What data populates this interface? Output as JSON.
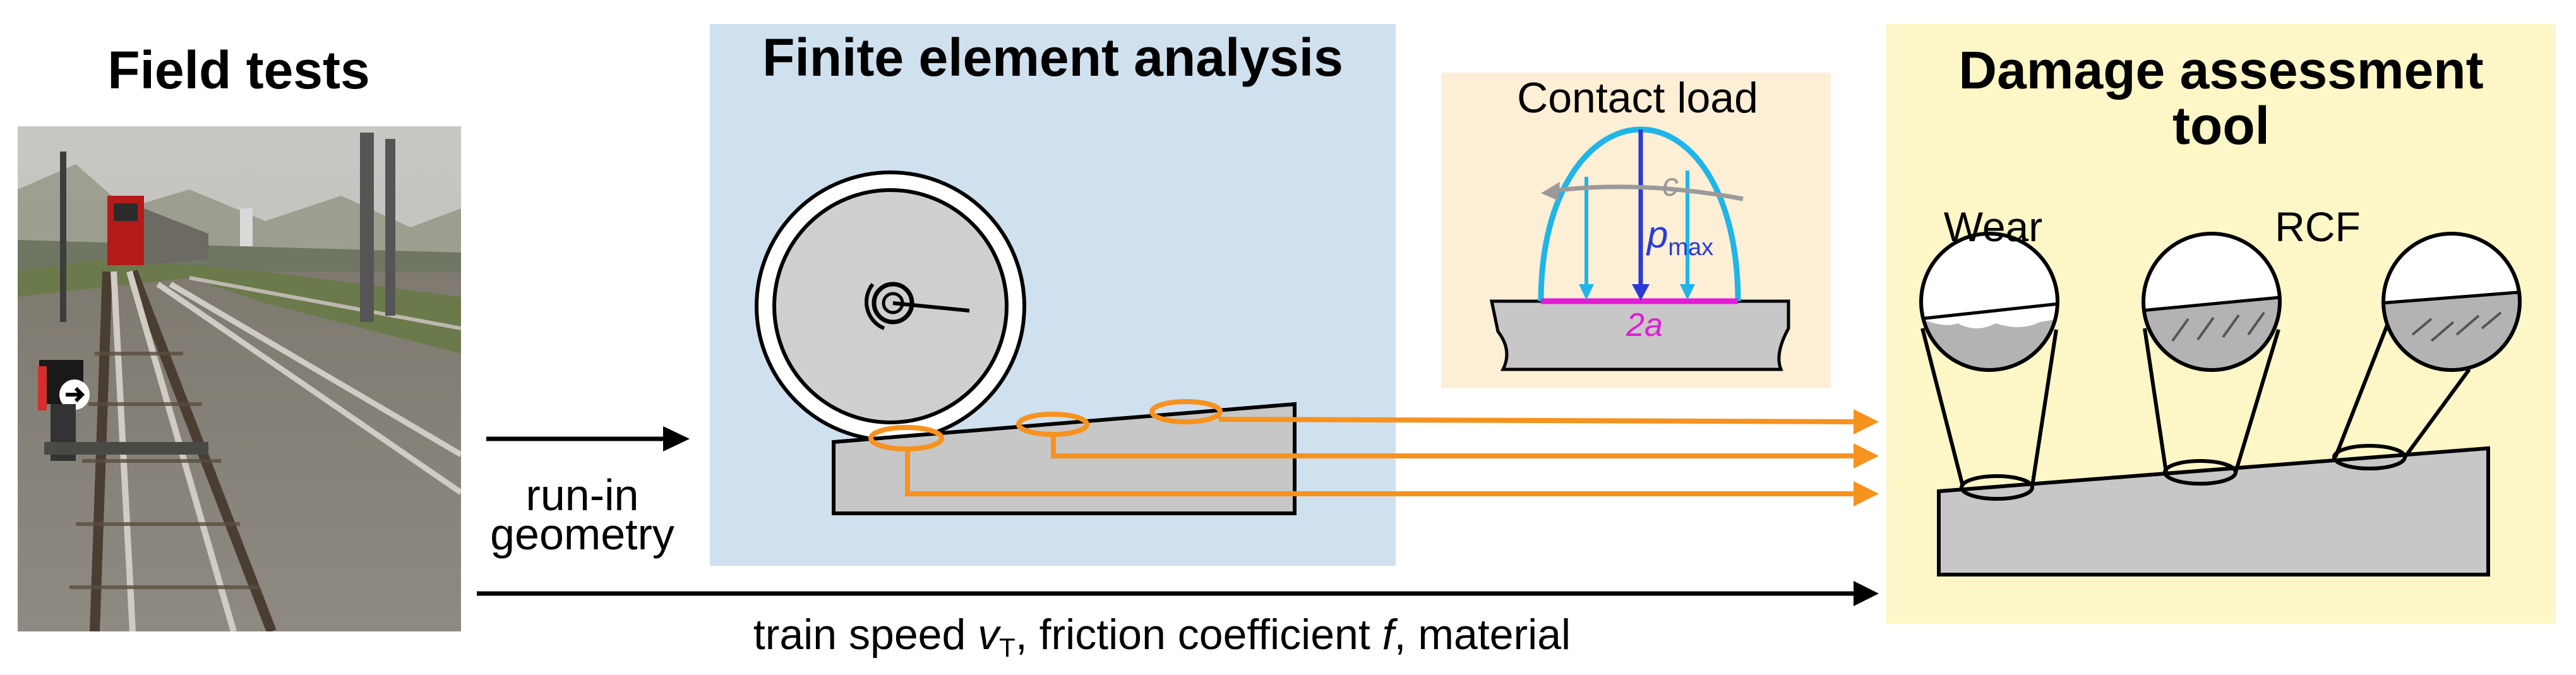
{
  "sections": {
    "field_tests": {
      "title": "Field tests"
    },
    "fea": {
      "title": "Finite element analysis"
    },
    "contact": {
      "title": "Contact load",
      "c_label": "c",
      "pmax_main": "p",
      "pmax_sub": "max",
      "width_label": "2a"
    },
    "damage": {
      "title_line1": "Damage assessment",
      "title_line2": "tool",
      "wear_label": "Wear",
      "rcf_label": "RCF"
    }
  },
  "arrows": {
    "run_in_line1": "run-in",
    "run_in_line2": "geometry",
    "bottom_part1": "train speed ",
    "bottom_v": "v",
    "bottom_vsub": "T",
    "bottom_part2": ", friction coefficient ",
    "bottom_f": "f",
    "bottom_part3": ", material"
  },
  "photo": {
    "sign_symbol": "arrow-right-sign-icon"
  },
  "colors": {
    "fea_bg": "#cfe0ee",
    "contact_bg": "#fdefd6",
    "damage_bg": "#fdf6c6",
    "orange": "#f6921e",
    "cyan": "#1fb5e8",
    "blue": "#2a3ad8",
    "magenta": "#e21bd7",
    "gray_fill": "#c7c7c7"
  }
}
